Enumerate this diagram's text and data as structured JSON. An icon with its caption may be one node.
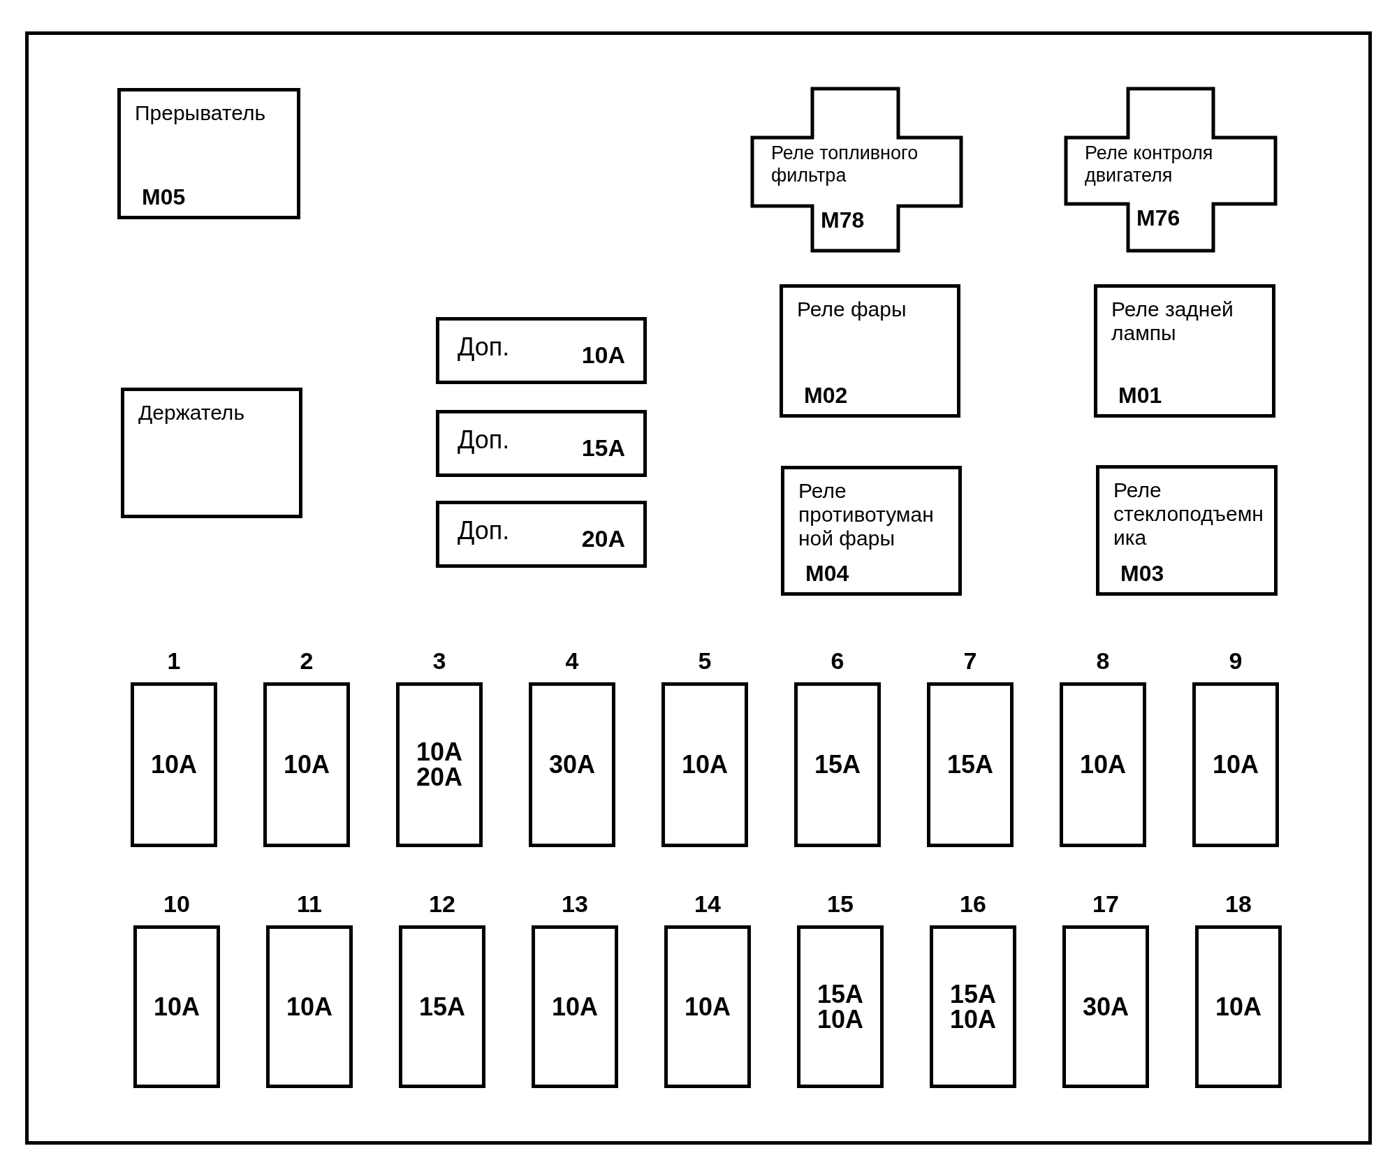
{
  "diagram": {
    "nodes": [
      {
        "text": [],
        "shape": "box"
      },
      {
        "text": [
          "Прерыватель",
          "M05"
        ],
        "in": 0
      },
      {
        "text": [
          "Реле топливного фильтра",
          "M78"
        ],
        "in": 0
      },
      {
        "text": [
          "Реле контроля двигателя",
          "M76"
        ],
        "in": 0
      },
      {
        "text": [
          "Доп.",
          "10A"
        ],
        "in": 0
      },
      {
        "text": [
          "Реле фары",
          "M02"
        ],
        "in": 0
      },
      {
        "text": [
          "Реле задней лампы",
          "M01"
        ],
        "in": 0
      },
      {
        "text": [
          "Держатель"
        ],
        "in": 0
      },
      {
        "text": [
          "Доп.",
          "15A"
        ],
        "in": 0
      },
      {
        "text": [
          "Доп.",
          "20A"
        ],
        "in": 0
      },
      {
        "text": [
          "Реле противотуманной фары",
          "M04"
        ],
        "in": 0
      },
      {
        "text": [
          "Реле стеклоподъемника",
          "M03"
        ],
        "in": 0
      },
      {
        "text": [
          "10A"
        ],
        "beside": [
          "1"
        ],
        "in": 0
      },
      {
        "text": [
          "10A"
        ],
        "beside": [
          "2"
        ],
        "in": 0
      },
      {
        "text": [
          "10A 20A"
        ],
        "beside": [
          "3"
        ],
        "in": 0
      },
      {
        "text": [
          "30A"
        ],
        "beside": [
          "4"
        ],
        "in": 0
      },
      {
        "text": [
          "10A"
        ],
        "beside": [
          "5"
        ],
        "in": 0
      },
      {
        "text": [
          "15A"
        ],
        "beside": [
          "6"
        ],
        "in": 0
      },
      {
        "text": [
          "15A"
        ],
        "beside": [
          "7"
        ],
        "in": 0
      },
      {
        "text": [
          "10A"
        ],
        "beside": [
          "8"
        ],
        "in": 0
      },
      {
        "text": [
          "10A"
        ],
        "beside": [
          "9"
        ],
        "in": 0
      },
      {
        "text": [
          "10A"
        ],
        "beside": [
          "10"
        ],
        "in": 0
      },
      {
        "text": [
          "10A"
        ],
        "beside": [
          "11"
        ],
        "in": 0
      },
      {
        "text": [
          "15A"
        ],
        "beside": [
          "12"
        ],
        "in": 0
      },
      {
        "text": [
          "10A"
        ],
        "beside": [
          "13"
        ],
        "in": 0
      },
      {
        "text": [
          "10A"
        ],
        "beside": [
          "14"
        ],
        "in": 0
      },
      {
        "text": [
          "15A 10A"
        ],
        "beside": [
          "15"
        ],
        "in": 0
      },
      {
        "text": [
          "15A 10A"
        ],
        "beside": [
          "16"
        ],
        "in": 0
      },
      {
        "text": [
          "30A"
        ],
        "beside": [
          "17"
        ],
        "in": 0
      },
      {
        "text": [
          "10A"
        ],
        "beside": [
          "18"
        ],
        "in": 0
      }
    ]
  }
}
